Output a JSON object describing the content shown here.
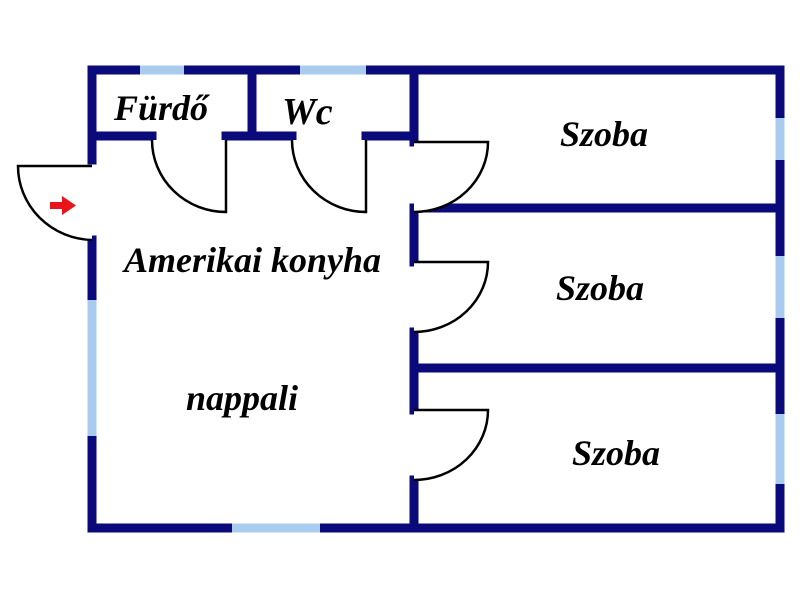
{
  "rooms": {
    "bathroom": "Fürdő",
    "wc": "Wc",
    "room_1": "Szoba",
    "room_2": "Szoba",
    "room_3": "Szoba",
    "kitchen": "Amerikai konyha",
    "living": "nappali"
  },
  "entrance_icon": "red-arrow-icon",
  "colors": {
    "wall": "#0a0a7a",
    "window": "#a9cbee",
    "door_line": "#000000",
    "entrance_arrow": "#e8141a"
  }
}
